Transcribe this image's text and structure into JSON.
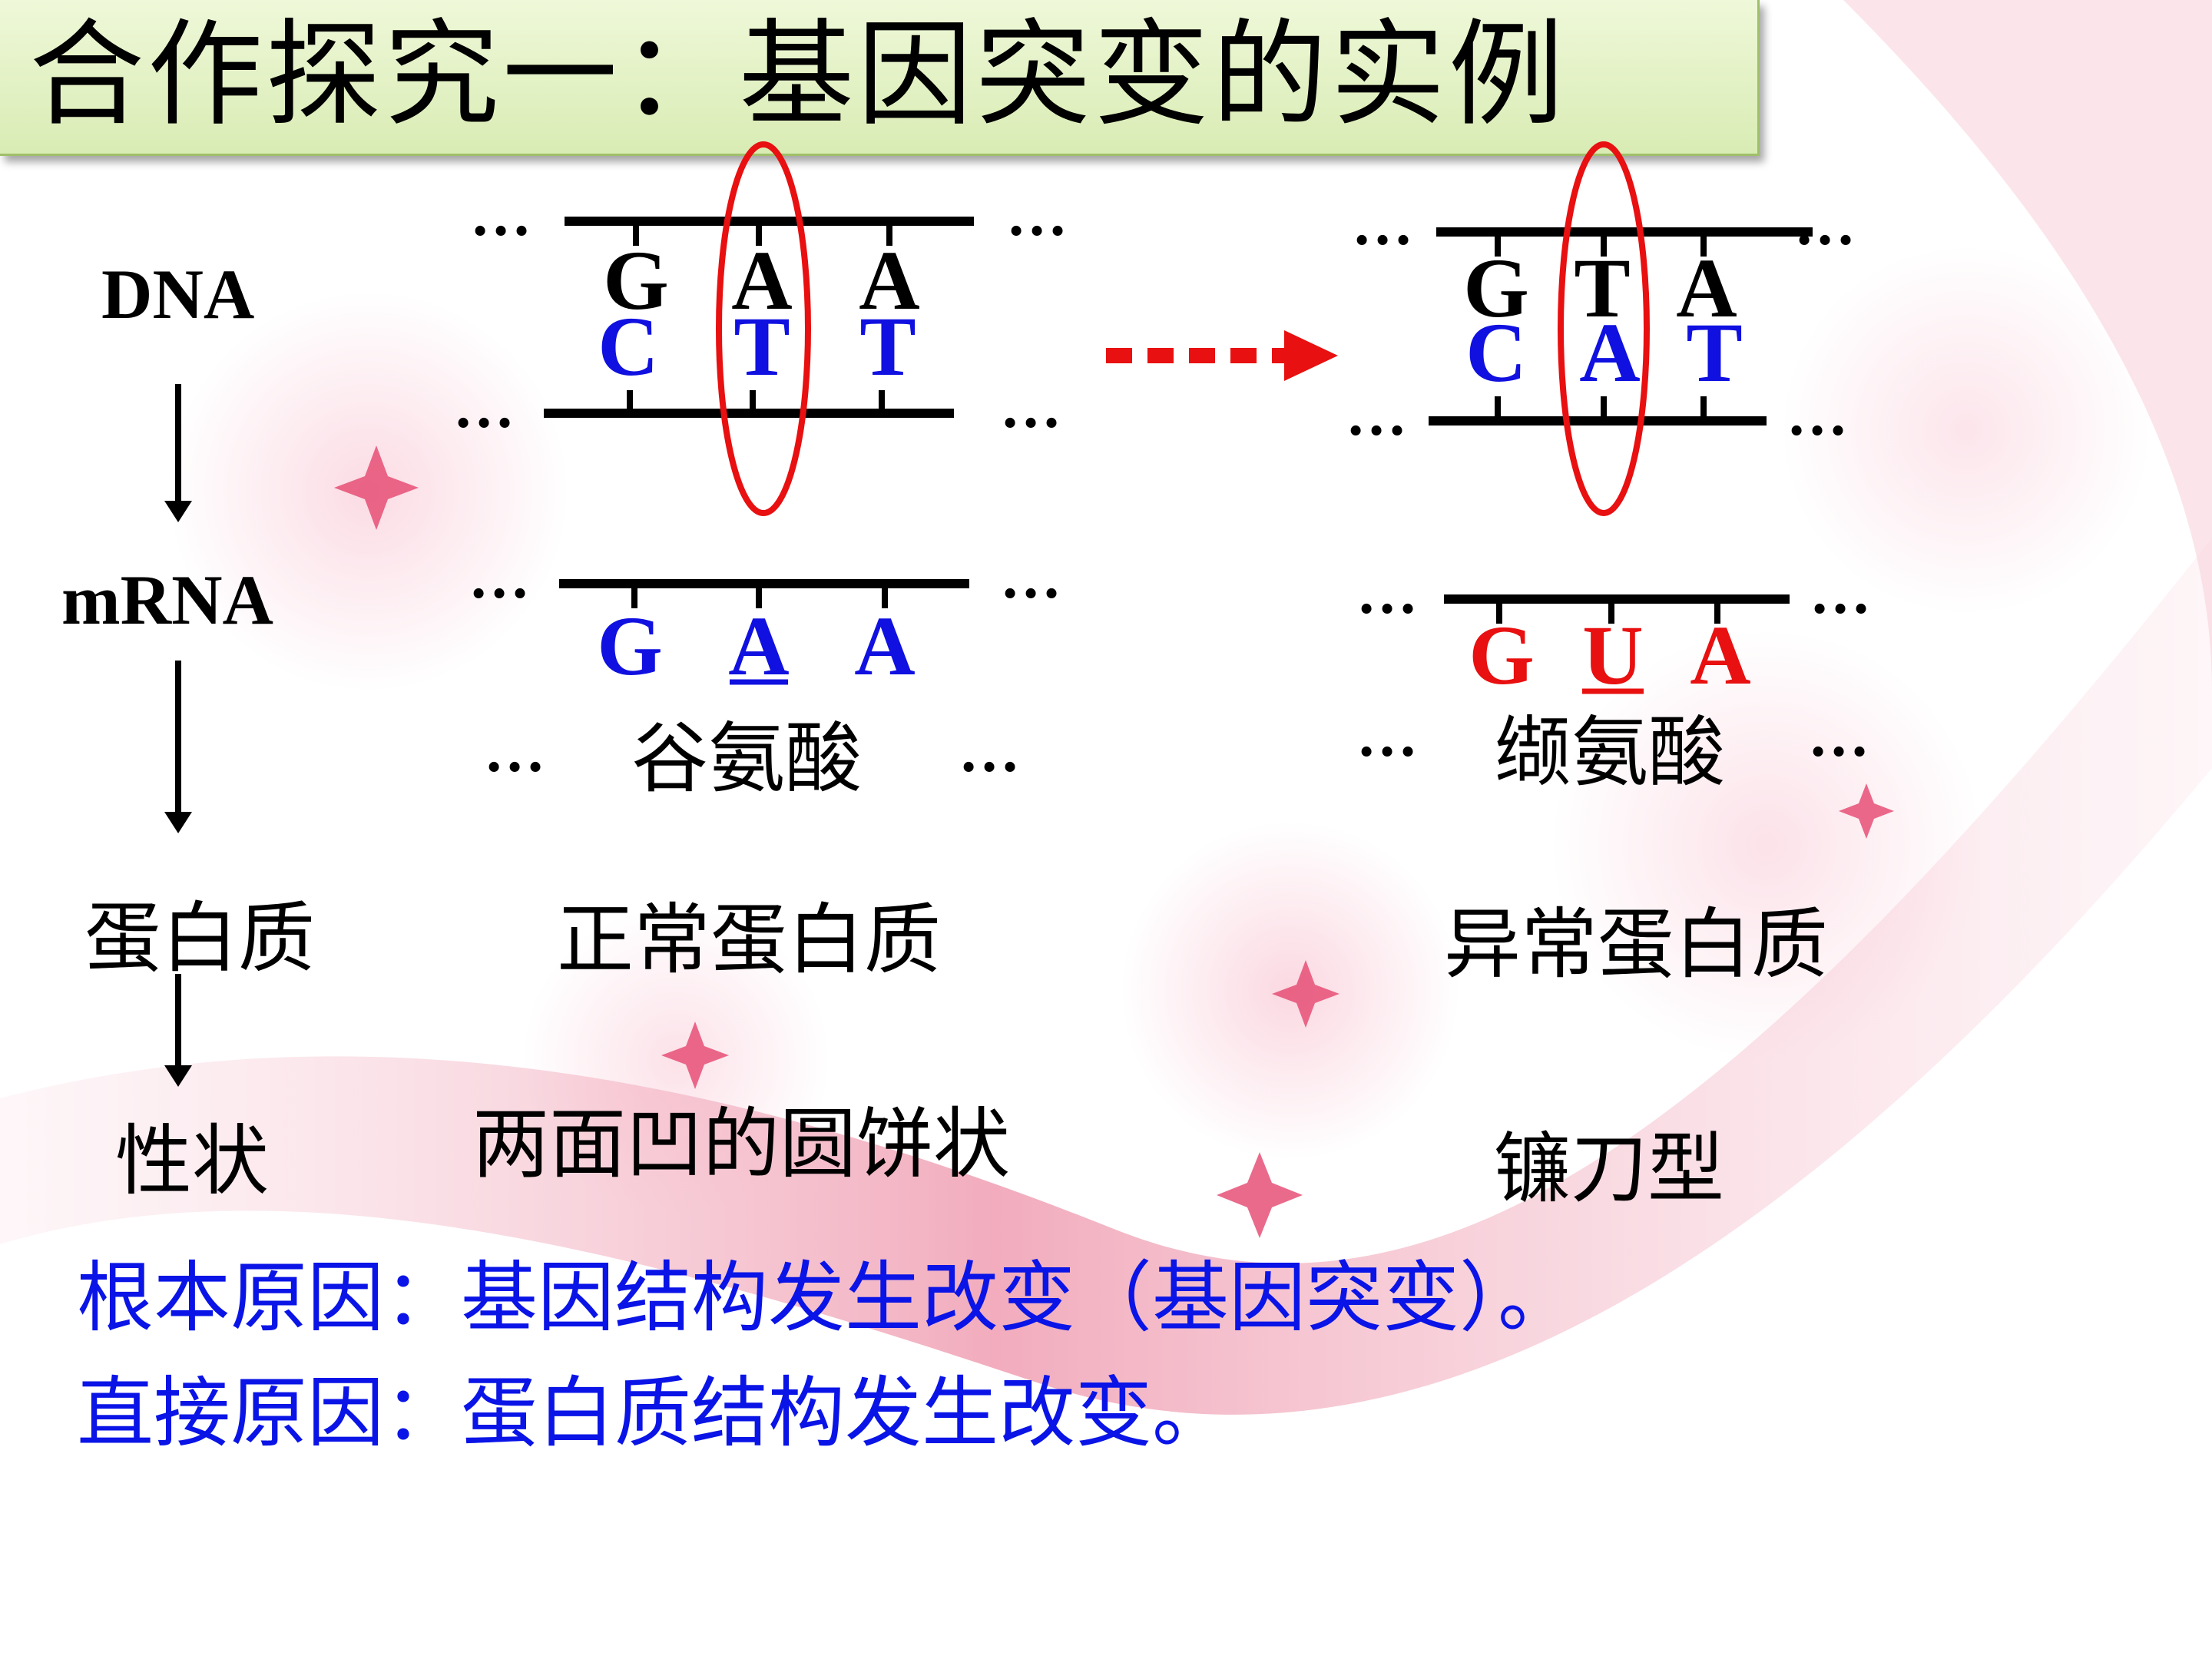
{
  "title": "合作探究一：基因突变的实例",
  "row_labels": {
    "dna": "DNA",
    "mrna": "mRNA",
    "protein": "蛋白质",
    "trait": "性状"
  },
  "ellipsis": "…",
  "normal": {
    "dna_top": [
      "G",
      "A",
      "A"
    ],
    "dna_bottom": [
      "C",
      "T",
      "T"
    ],
    "mrna": [
      "G",
      "A",
      "A"
    ],
    "amino_acid": "谷氨酸",
    "protein": "正常蛋白质",
    "trait": "两面凹的圆饼状"
  },
  "mutant": {
    "dna_top": [
      "G",
      "T",
      "A"
    ],
    "dna_bottom": [
      "C",
      "A",
      "T"
    ],
    "mrna": [
      "G",
      "U",
      "A"
    ],
    "amino_acid": "缬氨酸",
    "protein": "异常蛋白质",
    "trait": "镰刀型"
  },
  "causes": {
    "root": "根本原因：基因结构发生改变（基因突变）。",
    "direct": "直接原因：蛋白质结构发生改变。"
  },
  "colors": {
    "blue": "#1010e0",
    "red": "#e81010",
    "black": "#000000",
    "cause_blue": "#0a14e6"
  }
}
